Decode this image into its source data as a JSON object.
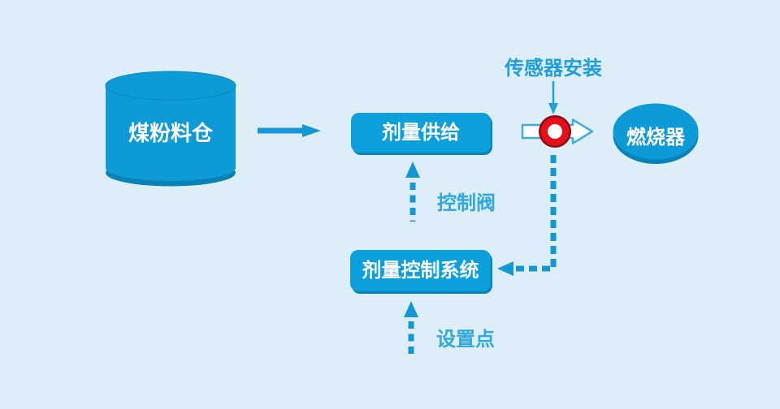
{
  "diagram": {
    "background_color": "#ddeef8",
    "accent_color": "#0d9bd7",
    "shadow_color": "#0a82b8",
    "arrow_color": "#1398d5",
    "annotation_text_color": "#30a7de",
    "sensor_colors": {
      "ring": "#8b0d12",
      "body": "#e80f19",
      "center": "#ffffff"
    },
    "nodes": {
      "silo": {
        "label": "煤粉料仓",
        "shape": "cylinder"
      },
      "dosing_supply": {
        "label": "剂量供给",
        "shape": "rounded-rect"
      },
      "dosing_control_system": {
        "label": "剂量控制系统",
        "shape": "rounded-rect"
      },
      "burner": {
        "label": "燃烧器",
        "shape": "ellipse"
      }
    },
    "annotations": {
      "sensor_mount": {
        "label": "传感器安装"
      },
      "control_valve": {
        "label": "控制阀"
      },
      "set_point": {
        "label": "设置点"
      }
    },
    "edges": [
      {
        "from": "silo",
        "to": "dosing_supply",
        "style": "solid-arrow"
      },
      {
        "from": "dosing_supply",
        "to": "burner",
        "style": "hollow-pipe-arrow",
        "via": "sensor"
      },
      {
        "from": "sensor",
        "to": "dosing_control_system",
        "style": "dashed-arrow"
      },
      {
        "from": "dosing_control_system",
        "to": "dosing_supply",
        "style": "dashed-arrow",
        "label": "控制阀"
      },
      {
        "from": "set_point",
        "to": "dosing_control_system",
        "style": "dashed-arrow",
        "label": "设置点"
      }
    ]
  }
}
